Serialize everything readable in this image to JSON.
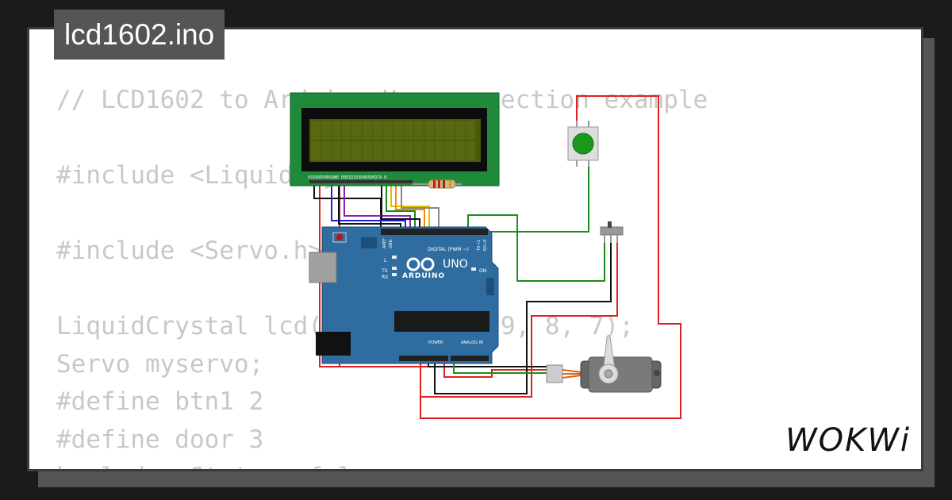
{
  "tab": {
    "filename": "lcd1602.ino"
  },
  "code_lines": [
    "// LCD1602 to Arduino Uno connection example",
    "",
    "#include <LiquidCrystal.h>",
    "",
    "#include <Servo.h>",
    "",
    "LiquidCrystal lcd(12, 11, 10, 9, 8, 7);",
    "Servo myservo;",
    "#define btn1 2",
    "#define door 3",
    "bool doorState = false;"
  ],
  "board": {
    "brand": "ARDUINO",
    "model": "UNO",
    "digital_label": "DIGITAL (PWM ~)",
    "analog_label": "ANALOG IN",
    "power_label": "POWER",
    "led_labels": [
      "L",
      "TX",
      "RX"
    ],
    "on_label": "ON",
    "aref_label": "AREF",
    "gnd_label": "GND",
    "tx_label": "TX→1",
    "rx_label": "RX←0"
  },
  "lcd": {
    "pin_labels": "VSSVDDV0RSRWE D0D1D2D3D4D5D6D7A K"
  },
  "branding": {
    "logo": "WOKWi"
  },
  "colors": {
    "pcb": "#2f6da1",
    "lcd_frame": "#1e8a3a",
    "lcd_screen": "#4b5a08",
    "wire_red": "#e02020",
    "wire_green": "#1a8f1a"
  }
}
